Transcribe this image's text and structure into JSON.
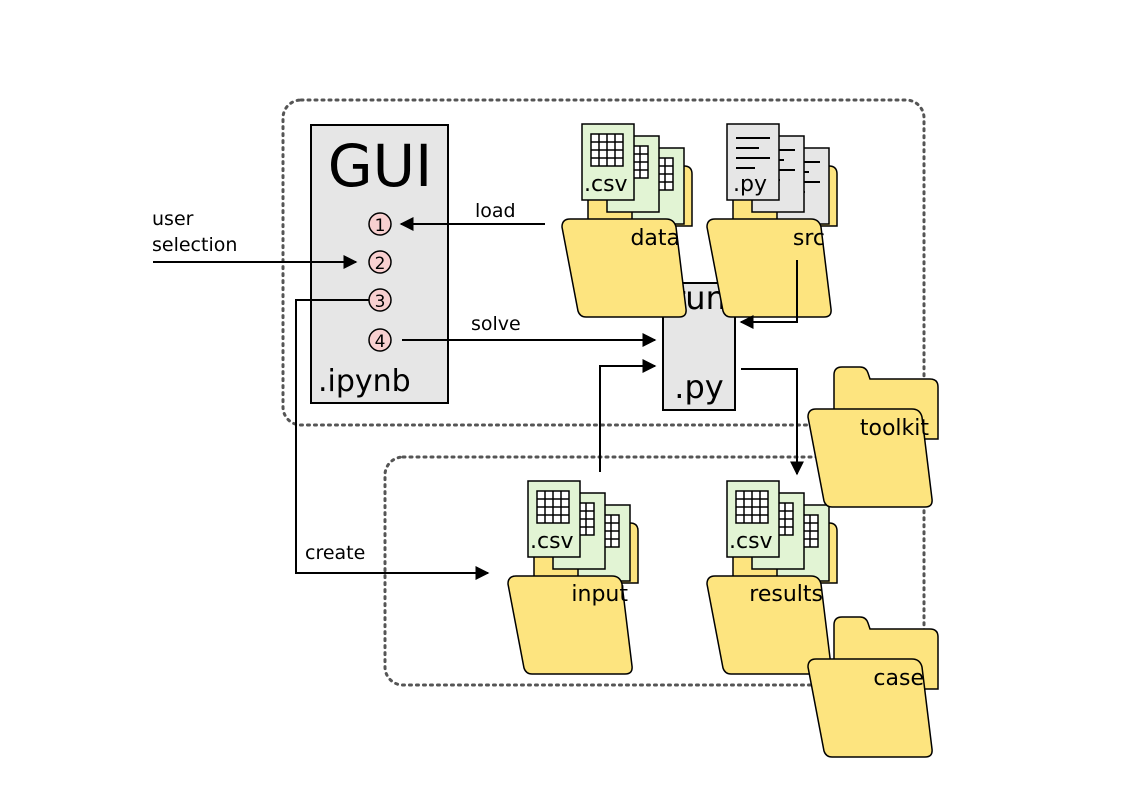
{
  "gui": {
    "title": "GUI",
    "extension": ".ipynb",
    "steps": [
      "1",
      "2",
      "3",
      "4"
    ]
  },
  "run": {
    "top": "run",
    "bottom": ".py"
  },
  "folders": {
    "data": {
      "label": "data",
      "file_ext": ".csv"
    },
    "src": {
      "label": "src",
      "file_ext": ".py"
    },
    "input": {
      "label": "input",
      "file_ext": ".csv"
    },
    "results": {
      "label": "results",
      "file_ext": ".csv"
    },
    "toolkit": {
      "label": "toolkit"
    },
    "case": {
      "label": "case"
    }
  },
  "arrows": {
    "user_line1": "user",
    "user_line2": "selection",
    "load": "load",
    "solve": "solve",
    "create": "create"
  },
  "colors": {
    "folder_fill": "#fde47f",
    "csv_doc_fill": "#e2f4d4",
    "py_doc_fill": "#e6e6e6",
    "panel_fill": "#e6e6e6",
    "step_fill": "#f8d0d0",
    "dotted_border": "#555555"
  }
}
